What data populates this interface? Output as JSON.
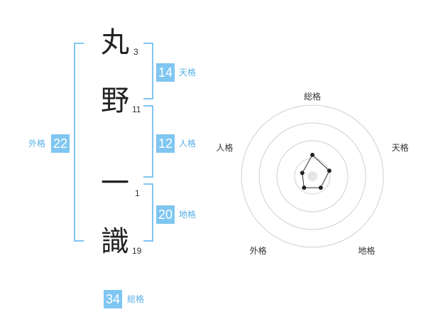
{
  "name_chars": [
    {
      "char": "丸",
      "strokes": "3"
    },
    {
      "char": "野",
      "strokes": "11"
    },
    {
      "char": "一",
      "strokes": "1"
    },
    {
      "char": "識",
      "strokes": "19"
    }
  ],
  "kaku": {
    "tenkaku": {
      "value": "14",
      "label": "天格"
    },
    "jinkaku": {
      "value": "12",
      "label": "人格"
    },
    "chikaku": {
      "value": "20",
      "label": "地格"
    },
    "gaikaku": {
      "value": "22",
      "label": "外格"
    },
    "soukaku": {
      "value": "34",
      "label": "総格"
    }
  },
  "colors": {
    "accent": "#7fc6f1",
    "accent_text": "#5ab0e6"
  },
  "chart_data": {
    "type": "radar",
    "axes": [
      "総格",
      "天格",
      "地格",
      "外格",
      "人格"
    ],
    "values": [
      0.3,
      0.25,
      0.2,
      0.2,
      0.15
    ],
    "rings": 4,
    "range": [
      0,
      1
    ]
  }
}
